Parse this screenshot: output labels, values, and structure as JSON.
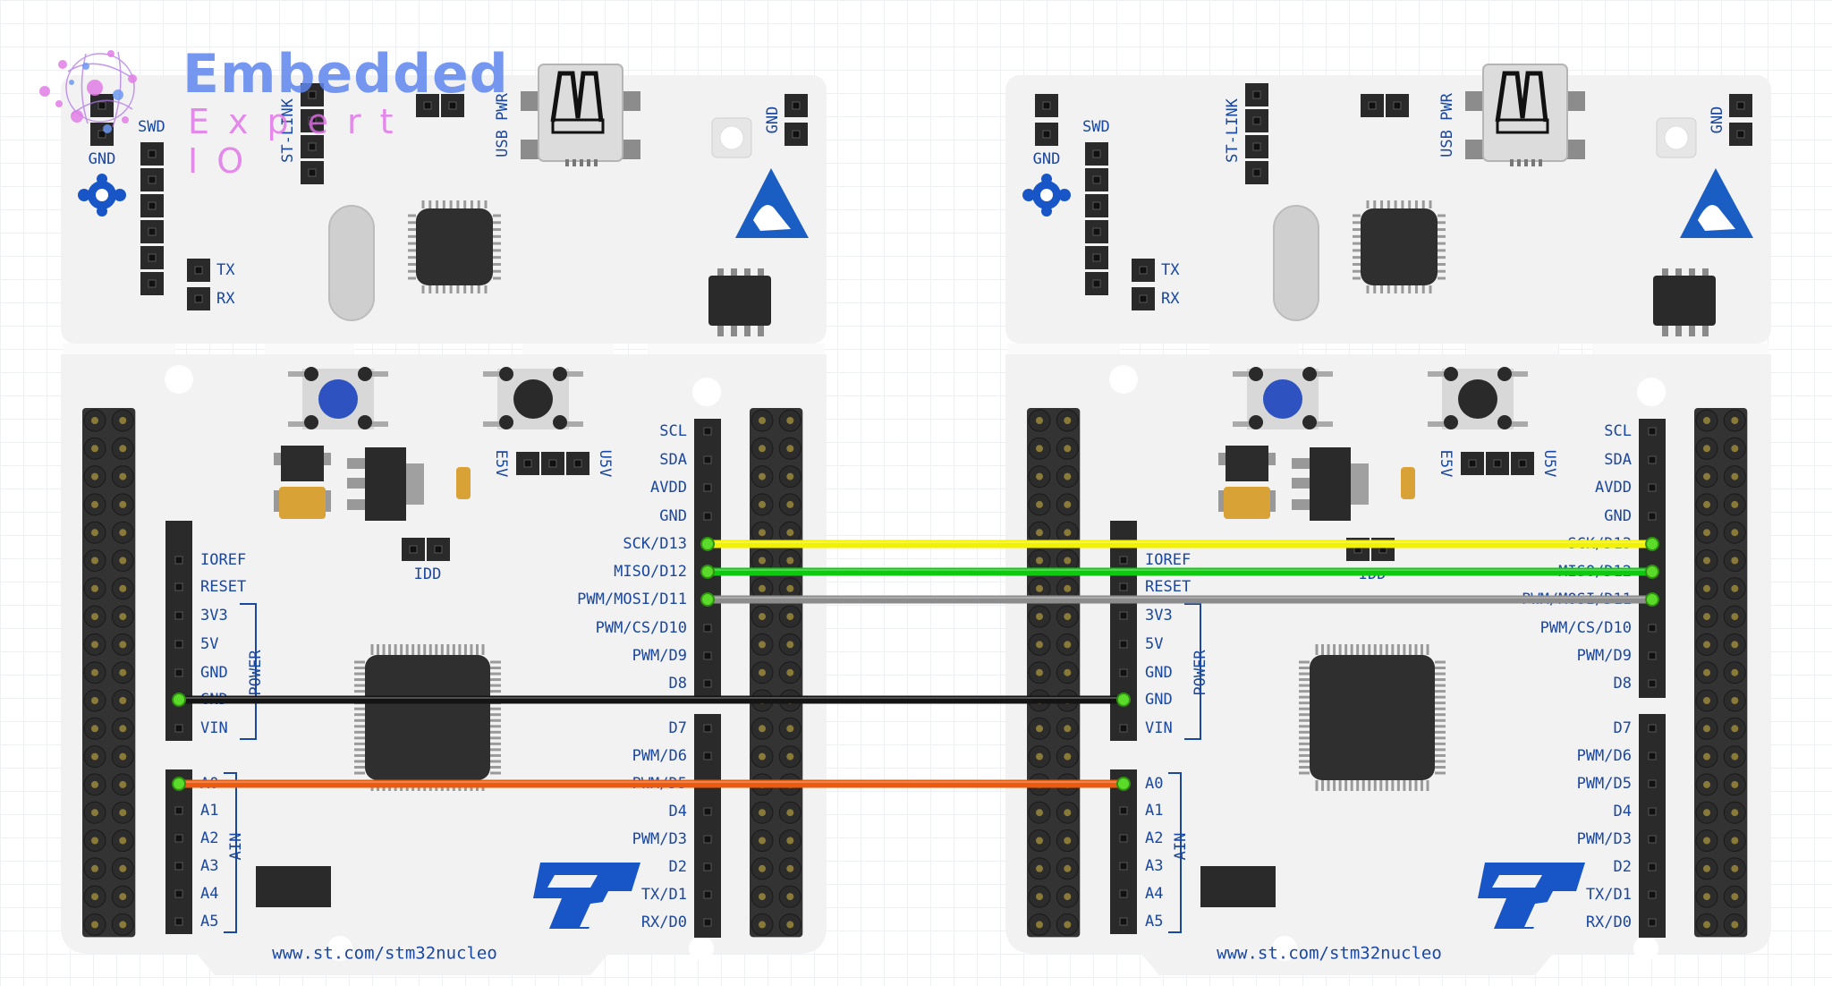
{
  "boards": [
    {
      "id": "left",
      "headers_top": {
        "gnd": "GND",
        "swd": "SWD",
        "st_link": "ST-LINK",
        "usb_pwr": "USB PWR",
        "gnd_right": "GND",
        "tx": "TX",
        "rx": "RX"
      },
      "power_header": {
        "labels": [
          "IOREF",
          "RESET",
          "3V3",
          "5V",
          "GND",
          "GND",
          "VIN"
        ],
        "group_label": "POWER"
      },
      "analog_header": {
        "labels": [
          "A0",
          "A1",
          "A2",
          "A3",
          "A4",
          "A5"
        ],
        "group_label": "AIN"
      },
      "digital_upper": [
        "SCL",
        "SDA",
        "AVDD",
        "GND",
        "SCK/D13",
        "MISO/D12",
        "PWM/MOSI/D11",
        "PWM/CS/D10",
        "PWM/D9",
        "D8"
      ],
      "digital_lower": [
        "D7",
        "PWM/D6",
        "PWM/D5",
        "D4",
        "PWM/D3",
        "D2",
        "TX/D1",
        "RX/D0"
      ],
      "jumper_labels": {
        "e5v": "E5V",
        "u5v": "U5V",
        "idd": "IDD"
      },
      "url": "www.st.com/stm32nucleo"
    },
    {
      "id": "right",
      "headers_top": {
        "gnd": "GND",
        "swd": "SWD",
        "st_link": "ST-LINK",
        "usb_pwr": "USB PWR",
        "gnd_right": "GND",
        "tx": "TX",
        "rx": "RX"
      },
      "power_header": {
        "labels": [
          "IOREF",
          "RESET",
          "3V3",
          "5V",
          "GND",
          "GND",
          "VIN"
        ],
        "group_label": "POWER"
      },
      "analog_header": {
        "labels": [
          "A0",
          "A1",
          "A2",
          "A3",
          "A4",
          "A5"
        ],
        "group_label": "AIN"
      },
      "digital_upper": [
        "SCL",
        "SDA",
        "AVDD",
        "GND",
        "SCK/D13",
        "MISO/D12",
        "PWM/MOSI/D11",
        "PWM/CS/D10",
        "PWM/D9",
        "D8"
      ],
      "digital_lower": [
        "D7",
        "PWM/D6",
        "PWM/D5",
        "D4",
        "PWM/D3",
        "D2",
        "TX/D1",
        "RX/D0"
      ],
      "jumper_labels": {
        "e5v": "E5V",
        "u5v": "U5V",
        "idd": "IDD"
      },
      "url": "www.st.com/stm32nucleo"
    }
  ],
  "wires": [
    {
      "from": "left SCK/D13",
      "to": "right SCK/D13",
      "color": "#f2f200"
    },
    {
      "from": "left MISO/D12",
      "to": "right MISO/D12",
      "color": "#10c810"
    },
    {
      "from": "left PWM/MOSI/D11",
      "to": "right PWM/MOSI/D11",
      "color": "#8c8c8c"
    },
    {
      "from": "left GND",
      "to": "right GND",
      "color": "#141414"
    },
    {
      "from": "left A0",
      "to": "right A0",
      "color": "#ea5a0f"
    }
  ],
  "logo": {
    "title": "Embedded",
    "subtitle": "Expert IO"
  },
  "colors": {
    "label_blue": "#1a47a0",
    "header_black": "#2a2a2a",
    "board_fill": "#f2f2f2",
    "st_blue": "#1855c6"
  },
  "icons": [
    "esd-warning-icon",
    "st-logo-icon",
    "arm-mbed-icon",
    "logo-icon"
  ]
}
